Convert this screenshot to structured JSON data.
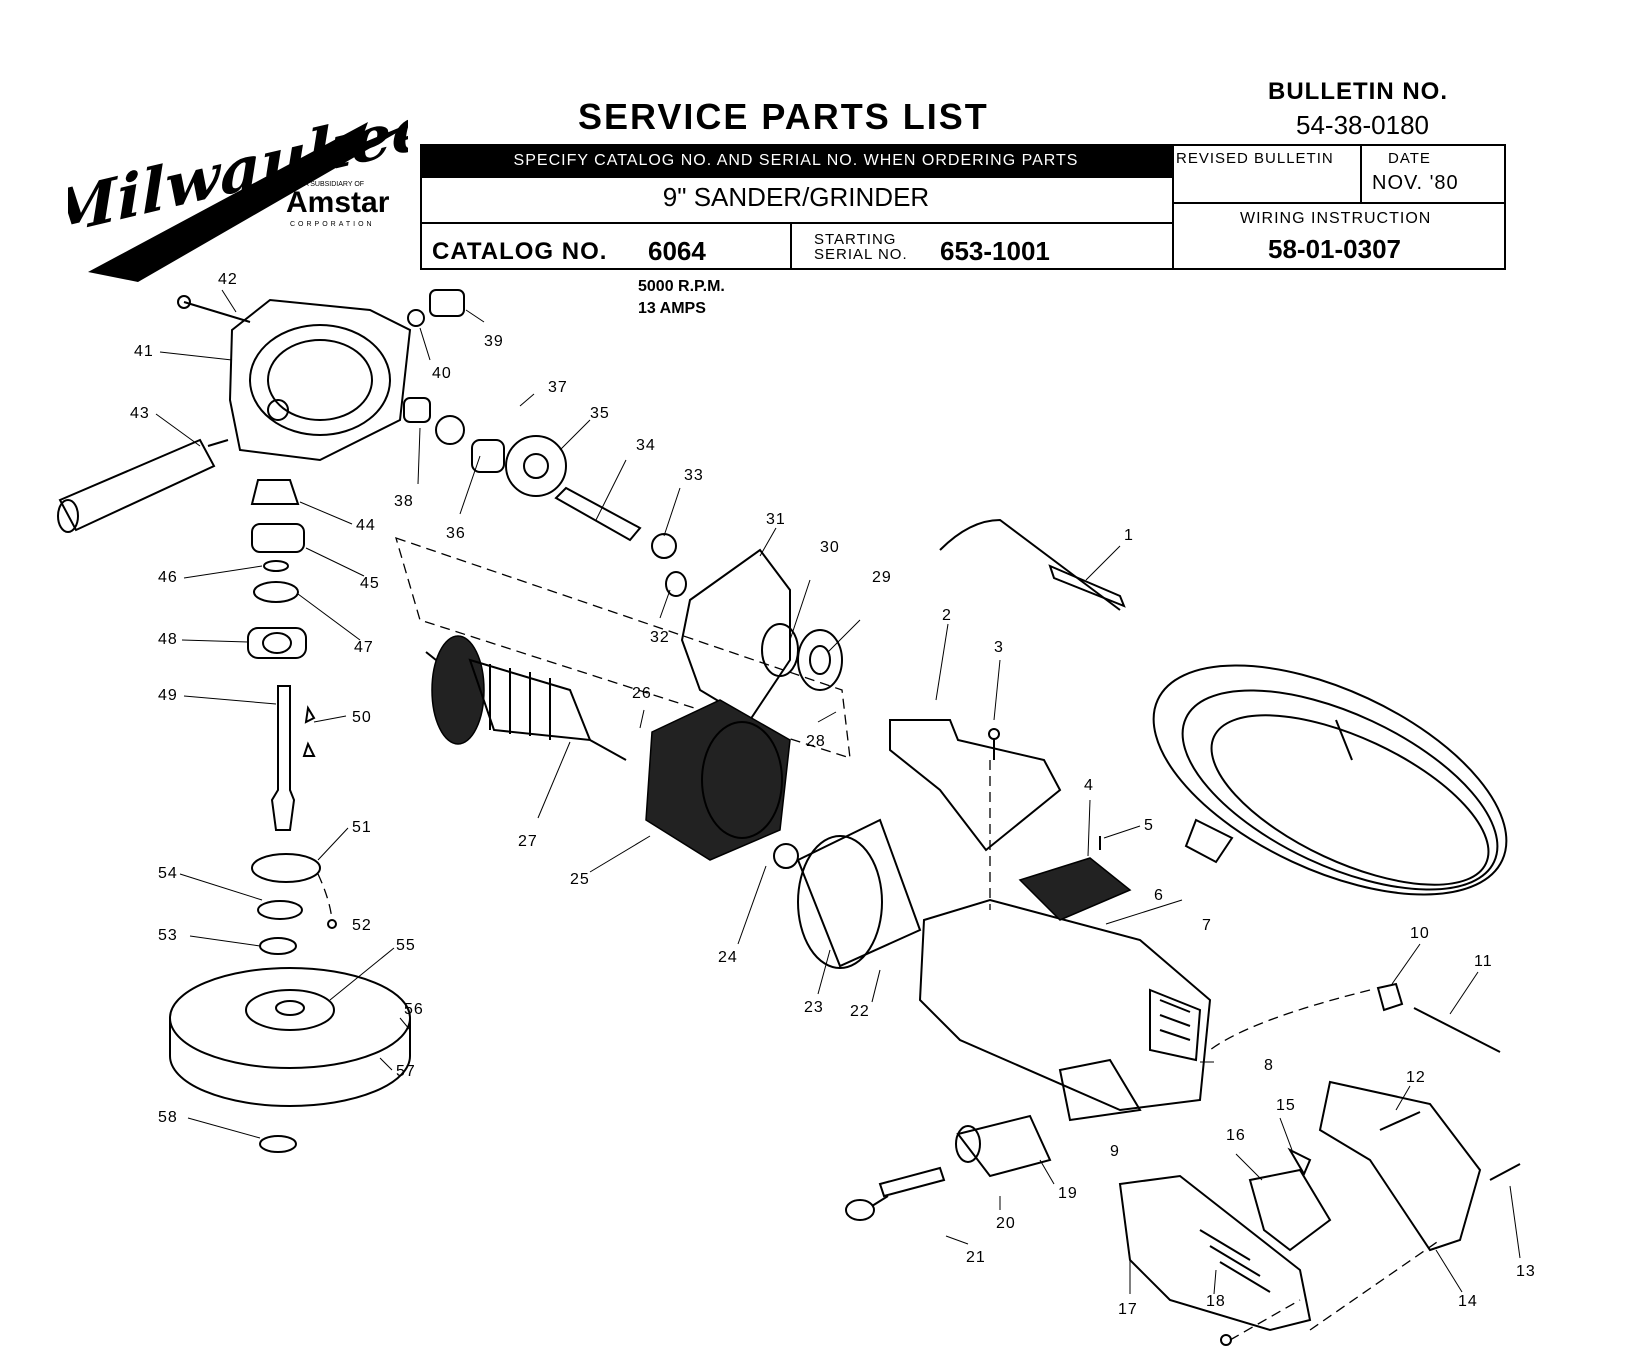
{
  "header": {
    "title": "SERVICE PARTS LIST",
    "bulletin_label": "BULLETIN NO.",
    "bulletin_number": "54-38-0180",
    "spec_bar": "SPECIFY CATALOG NO. AND SERIAL NO. WHEN ORDERING PARTS",
    "product_name": "9\" SANDER/GRINDER",
    "revised_label": "REVISED BULLETIN",
    "date_label": "DATE",
    "date_value": "NOV. '80",
    "wiring_label": "WIRING INSTRUCTION",
    "wiring_value": "58-01-0307",
    "catalog_label": "CATALOG NO.",
    "catalog_value": "6064",
    "serial_label_line1": "STARTING",
    "serial_label_line2": "SERIAL NO.",
    "serial_value": "653-1001",
    "spec_rpm": "5000 R.P.M.",
    "spec_amps": "13 AMPS"
  },
  "logo": {
    "brand": "Milwaukee",
    "subsidiary_line": "A SUBSIDIARY OF",
    "parent": "Amstar",
    "parent_sub": "CORPORATION"
  },
  "callouts": {
    "c1": "1",
    "c2": "2",
    "c3": "3",
    "c4": "4",
    "c5": "5",
    "c6": "6",
    "c7": "7",
    "c8": "8",
    "c9": "9",
    "c10": "10",
    "c11": "11",
    "c12": "12",
    "c13": "13",
    "c14": "14",
    "c15": "15",
    "c16": "16",
    "c17": "17",
    "c18": "18",
    "c19": "19",
    "c20": "20",
    "c21": "21",
    "c22": "22",
    "c23": "23",
    "c24": "24",
    "c25": "25",
    "c26": "26",
    "c27": "27",
    "c28": "28",
    "c29": "29",
    "c30": "30",
    "c31": "31",
    "c32": "32",
    "c33": "33",
    "c34": "34",
    "c35": "35",
    "c36": "36",
    "c37": "37",
    "c38": "38",
    "c39": "39",
    "c40": "40",
    "c41": "41",
    "c42": "42",
    "c43": "43",
    "c44": "44",
    "c45": "45",
    "c46": "46",
    "c47": "47",
    "c48": "48",
    "c49": "49",
    "c50": "50",
    "c51": "51",
    "c52": "52",
    "c53": "53",
    "c54": "54",
    "c55": "55",
    "c56": "56",
    "c57": "57",
    "c58": "58"
  }
}
